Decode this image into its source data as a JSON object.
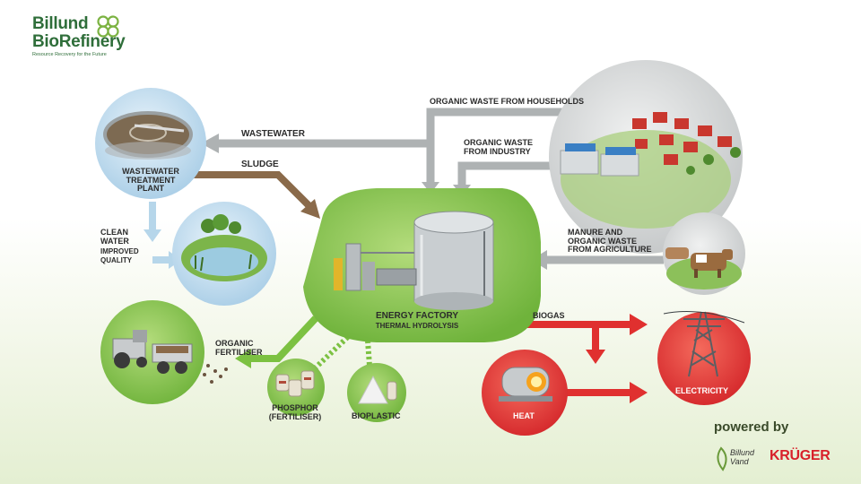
{
  "logo": {
    "line1": "Billund",
    "line2": "BioRefinery",
    "tagline": "Resource Recovery for the Future"
  },
  "center": {
    "title": "ENERGY FACTORY",
    "subtitle": "THERMAL HYDROLYSIS"
  },
  "labels": {
    "wastewater": "WASTEWATER",
    "sludge": "SLUDGE",
    "wwtp": [
      "WASTEWATER",
      "TREATMENT",
      "PLANT"
    ],
    "clean": [
      "CLEAN",
      "WATER"
    ],
    "improved": [
      "IMPROVED",
      "QUALITY"
    ],
    "households": "ORGANIC WASTE FROM HOUSEHOLDS",
    "industry": [
      "ORGANIC WASTE",
      "FROM INDUSTRY"
    ],
    "agriculture": [
      "MANURE AND",
      "ORGANIC WASTE",
      "FROM AGRICULTURE"
    ],
    "biogas": "BIOGAS",
    "fertiliser": [
      "ORGANIC",
      "FERTILISER"
    ],
    "phosphor": [
      "PHOSPHOR",
      "(FERTILISER)"
    ],
    "bioplastic": "BIOPLASTIC",
    "heat": "HEAT",
    "electricity": "ELECTRICITY"
  },
  "footer": {
    "powered": "powered by",
    "billund_vand": [
      "Billund",
      "Vand"
    ],
    "kruger": "KRÜGER"
  },
  "colors": {
    "arrow_grey": "#aeb2b3",
    "arrow_brown": "#8a6a4a",
    "arrow_blue": "#b6d6ea",
    "arrow_green": "#7cc142",
    "arrow_red": "#e0302f",
    "brand_green": "#2f6e3a"
  }
}
